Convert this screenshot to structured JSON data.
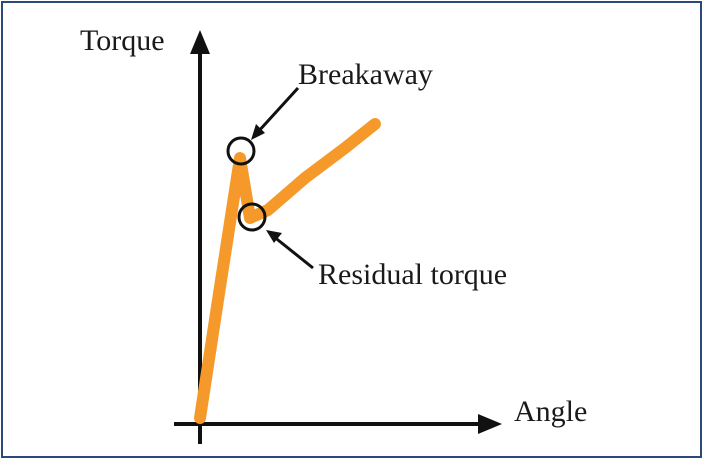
{
  "diagram": {
    "y_axis_label": "Torque",
    "x_axis_label": "Angle",
    "annotations": {
      "breakaway": "Breakaway",
      "residual": "Residual torque"
    },
    "colors": {
      "curve": "#f59a2a",
      "axes": "#111111",
      "frame": "#2b4a78"
    }
  }
}
